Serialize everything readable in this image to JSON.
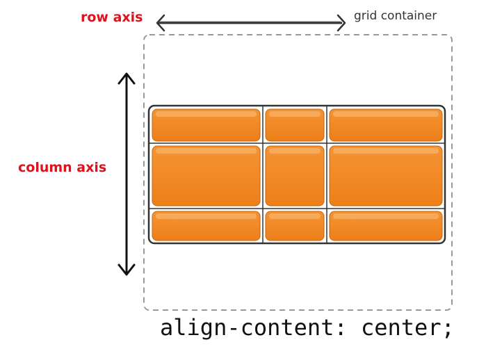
{
  "labels": {
    "row_axis": "row axis",
    "column_axis": "column axis",
    "grid_container": "grid container",
    "css_rule": "align-content: center;"
  },
  "colors": {
    "label_red": "#e0101c",
    "item_orange": "#f28a24",
    "item_highlight": "#f7a44e",
    "outline": "#333333",
    "dashed_border": "#999999"
  },
  "grid": {
    "rows": 3,
    "columns": 3
  }
}
